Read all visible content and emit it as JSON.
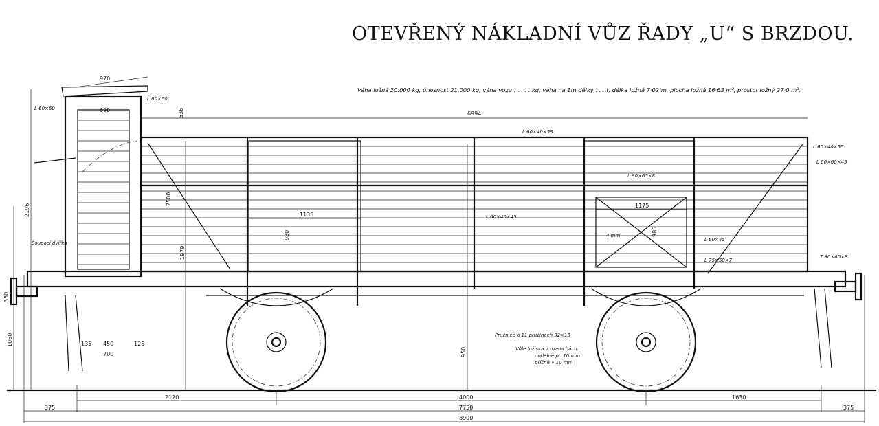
{
  "title": "OTEVŘENÝ NÁKLADNÍ VŮZ ŘADY „U“ S BRZDOU.",
  "spec_line": "Váha ložná 20.000 kg, únosnost 21.000 kg, váha vozu . . . . . kg, váha na 1m délky . . . t, délka ložná 7·02 m, plocha ložná 16·63 m², prostor ložný 27·0 m³.",
  "notes": {
    "springs": "Pružnice o 11 pružinách 92×13",
    "bearing_play_1": "Vůle ložiska v rozsochách:",
    "bearing_play_2": "podélně po 10 mm",
    "bearing_play_3": "příčně  » 10 mm",
    "brake_hut": "Šoupací dvířka"
  },
  "dimensions": {
    "overall_body": "6994",
    "left_door": "1135",
    "right_door": "1175",
    "cab_roof": "970",
    "cab_inner": "690",
    "cab_side": "536",
    "height_total": "2196",
    "buffer_height": "1060",
    "buffer_centre": "350",
    "body_height": "2500",
    "door_height": "980",
    "right_door_height": "985",
    "side_height": "1979",
    "axle_left": "2120",
    "wheelbase": "4000",
    "axle_right": "1630",
    "overhang_left": "375",
    "frame_length": "7750",
    "overhang_right": "375",
    "length_over_buffers": "8900",
    "wheel_height": "950",
    "cab_step_1": "450",
    "cab_step_2": "700",
    "cab_step_3": "125",
    "cab_step_4": "135"
  },
  "profiles": {
    "top_rail": "L 60×40×5S",
    "mid_rail": "L 80×65×8",
    "door_rail": "L 60×40×45",
    "right_top": "L 60×40×55",
    "right_corner": "L 60×60×45",
    "right_low": "L 60×45",
    "stake": "L 75×50×7",
    "end": "T 80×60×8",
    "cab_left": "L 60×60",
    "cab_right": "L 60×60",
    "x_label": "4 mm"
  }
}
